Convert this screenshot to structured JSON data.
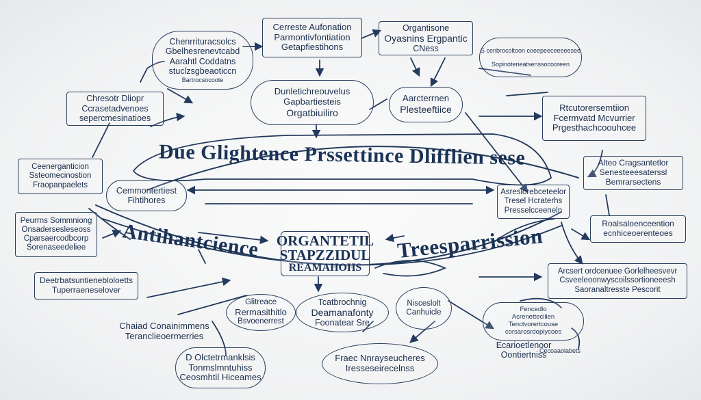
{
  "colors": {
    "ink": "#1f3553",
    "stroke": "#2a3f5f",
    "background": "#f4f5f6"
  },
  "nodes": {
    "top_center": [
      "Cerreste Aufonation",
      "Parmontivfontiation",
      "Getapfiestihons"
    ],
    "top_right": [
      "Organtisone",
      "Oyasnins Ergpantic",
      "CNess"
    ],
    "far_right_top": [
      "S cenbrocoltoon coeepeeceeeeesee",
      "Sopinoteneatsenssocooreen"
    ],
    "top_left": [
      "Chenrrituracsolcs",
      "Gbelhesrenevtcabd",
      "Aarahtl Coddatns",
      "stuclzsgbeaoticcn",
      "Bartrocsocoote"
    ],
    "upper_center": [
      "Dunletichreouvelus",
      "Gapbartiesteis",
      "Orgatbiuiliro"
    ],
    "upper_right_center": [
      "Aarcterrnen",
      "Plesteeftiice"
    ],
    "right_mid_top": [
      "Rtcutorersemtiion",
      "Fcermvatd Mcvurrier",
      "Prgesthachcoouhcee"
    ],
    "left_upper": [
      "Chresotr Dliopr",
      "Ccrasetadvenoes",
      "sepercmesinatioes"
    ],
    "left_mid": [
      "Ceenerganticion",
      "Ssteomecinostion",
      "Fraopanpaelets"
    ],
    "inner_left": [
      "Cemmontertiest",
      "Fihtihores"
    ],
    "right_mid": [
      "Alteo Cragsantetlor",
      "Senesteeesaterssl",
      "Bemrarsectens"
    ],
    "inner_right": [
      "Asresiorebceteelor",
      "Tresel Hcraterhs",
      "Presselcceeneln"
    ],
    "left_lower": [
      "Peurrns Sommniong",
      "Onsadersesleseoss",
      "Cparsaercodbcorp",
      "Sorenaseedeliee"
    ],
    "right_lower": [
      "Roalsaloenceention",
      "ecnhiceoerenteoes"
    ],
    "left_bottom_box": [
      "Deetrbatsuntienebloloetts",
      "Tuperraeneselover"
    ],
    "right_bottom_box": [
      "Arcsert ordcenuee Gorlelheesvevr",
      "Csveeleoonwyscoilssortioneeesh",
      "Saoranaltresste Pescorit"
    ],
    "center_left_small": [
      "Glitreace",
      "Rermasithitlo",
      "Bsvoenerrest"
    ],
    "center_mid_small": [
      "Tcatbrochnig",
      "Deamanafonty",
      "Foonatear Sre"
    ],
    "center_right_small": [
      "Nisceslolt",
      "Canhuicle"
    ],
    "right_small_text": [
      "Fencedlo",
      "Acrenetteciilen",
      "Tenctvorertcouse",
      "corsarosrdoplycoes"
    ],
    "bottom_left_plain": [
      "Chaiad Conainimmens",
      "Teranclieoermerries"
    ],
    "bottom_center_left": [
      "D Olctetrmanklsis",
      "Tonmslmntuhiss",
      "Ceosmhtil Hiceames"
    ],
    "bottom_center": [
      "Fraec Nnrayseucheres",
      "Iresseseirecelnss"
    ],
    "bottom_right_plain": [
      "Ecarioetlenoor",
      "Oontiertniss",
      "Cecoaaolabets"
    ]
  },
  "banners": {
    "top": "Due Glightence  Prssettince Dlifflien sese",
    "left": "Antihantcience",
    "right": "Treesparrission"
  },
  "center": [
    "ORGANTETIL",
    "STAPZZIDUL",
    "REAMAHOHS"
  ]
}
